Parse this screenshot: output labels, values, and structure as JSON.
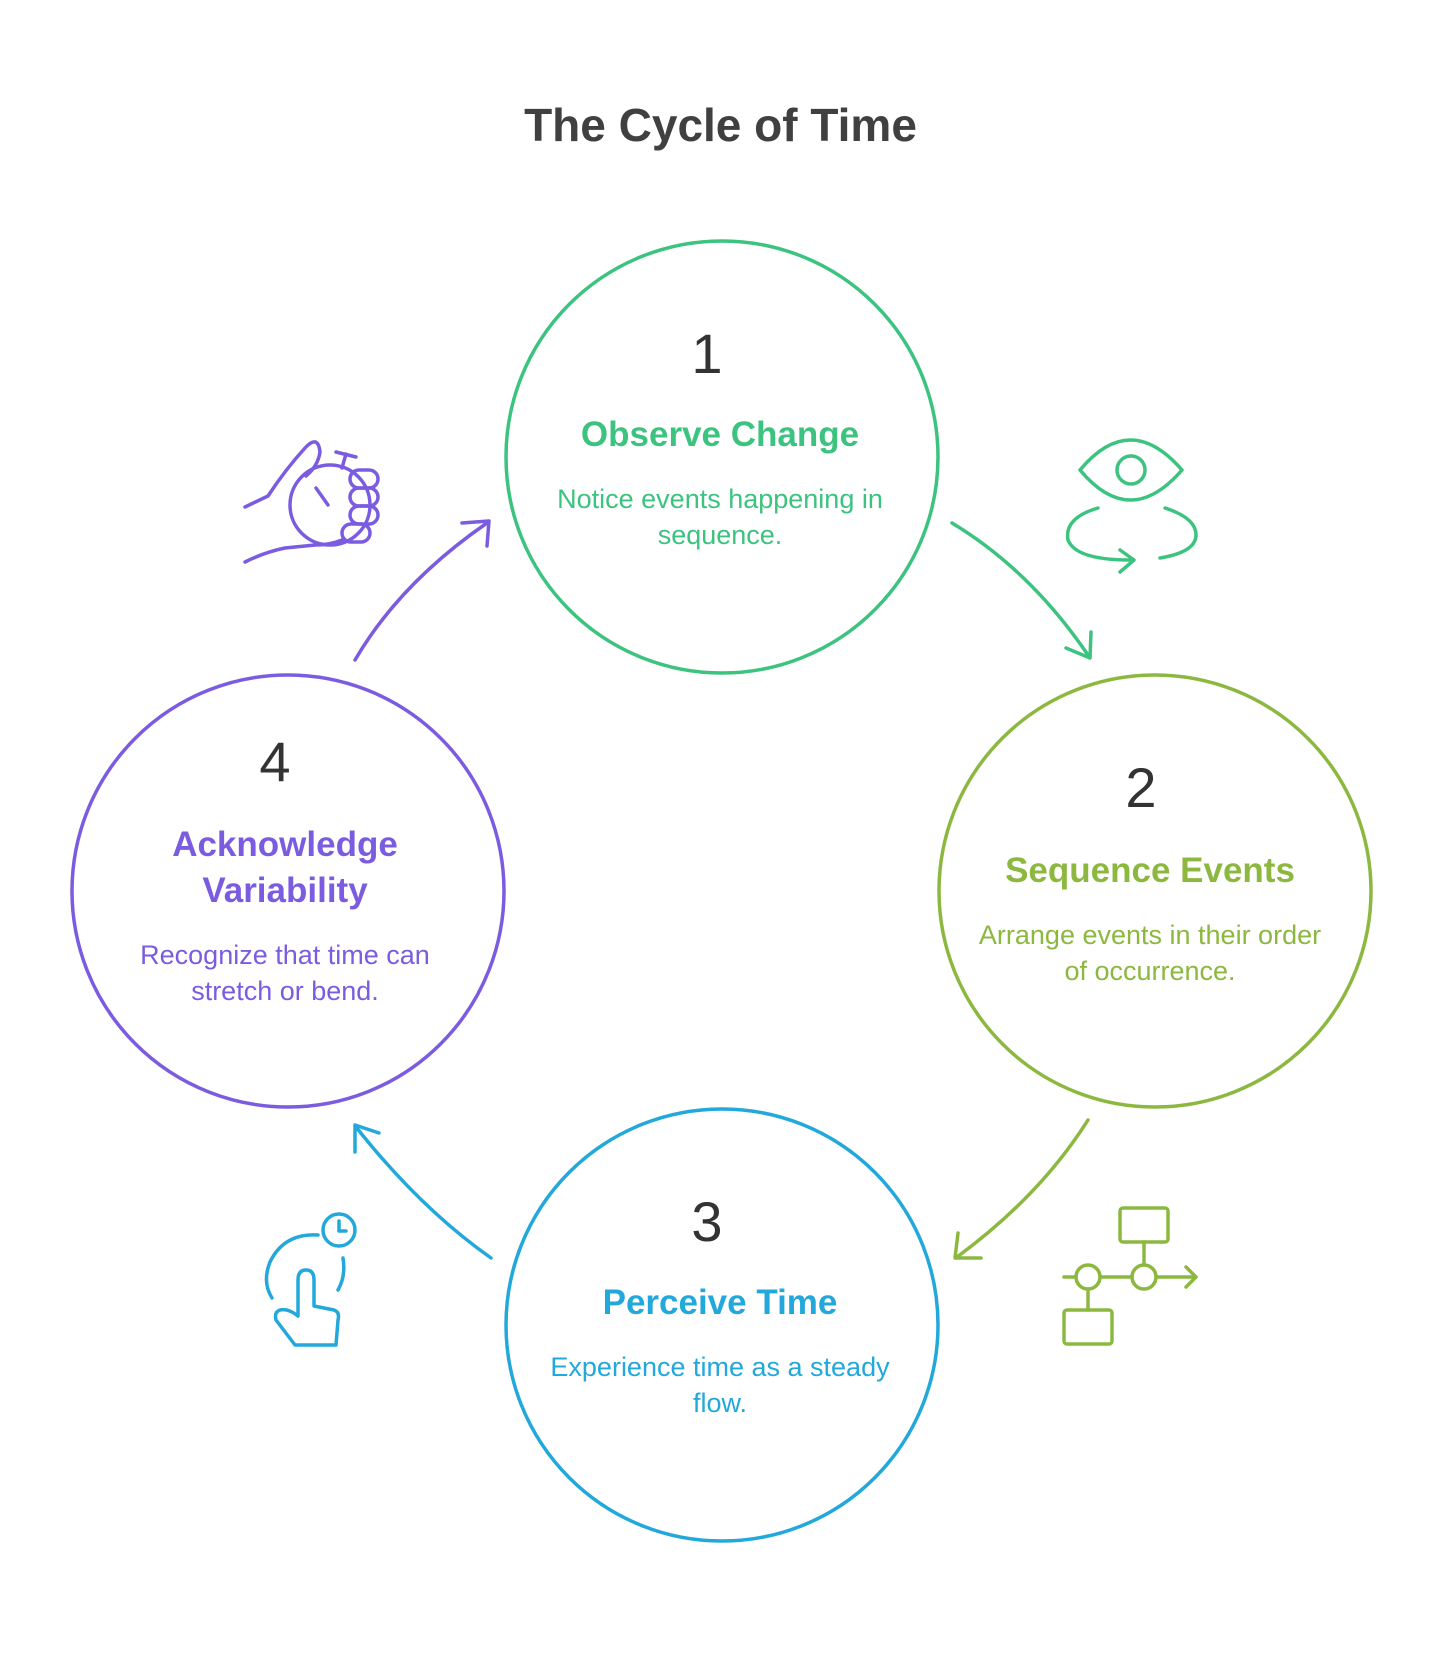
{
  "title": "The Cycle of Time",
  "steps": [
    {
      "number": "1",
      "title": "Observe Change",
      "description": "Notice events happening in sequence.",
      "color": "#3cc380",
      "icon": "eye-rotate-icon"
    },
    {
      "number": "2",
      "title": "Sequence Events",
      "description": "Arrange events in their order of occurrence.",
      "color": "#8cb840",
      "icon": "flowchart-icon"
    },
    {
      "number": "3",
      "title": "Perceive Time",
      "description": "Experience time as a steady flow.",
      "color": "#22a8da",
      "icon": "touch-clock-icon"
    },
    {
      "number": "4",
      "title": "Acknowledge Variability",
      "description": "Recognize that time can stretch or bend.",
      "color": "#7b5ce0",
      "icon": "hand-stopwatch-icon"
    }
  ]
}
